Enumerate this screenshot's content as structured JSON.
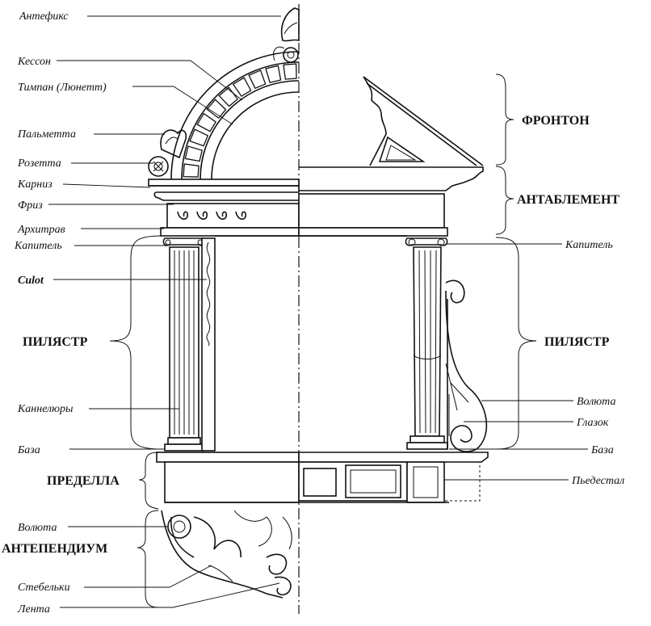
{
  "labels_left": {
    "antefix": "Антефикс",
    "coffer": "Кессон",
    "tympanum": "Тимпан (Люнетт)",
    "palmette": "Пальметта",
    "rosette": "Розетта",
    "cornice": "Карниз",
    "frieze": "Фриз",
    "architrave": "Архитрав",
    "capital": "Капитель",
    "culot": "Culot",
    "flutes": "Каннелюры",
    "base": "База",
    "volute": "Волюта",
    "stems": "Стебельки",
    "ribbon": "Лента"
  },
  "labels_right": {
    "capital": "Капитель",
    "volute": "Волюта",
    "eye": "Глазок",
    "base": "База",
    "pedestal": "Пьедестал"
  },
  "sections": {
    "pediment": "ФРОНТОН",
    "entablature": "АНТАБЛЕМЕНТ",
    "pilaster_left": "ПИЛЯСТР",
    "pilaster_right": "ПИЛЯСТР",
    "predella": "ПРЕДЕЛЛА",
    "antependium": "АНТЕПЕНДИУМ"
  },
  "colors": {
    "ink": "#111111",
    "paper": "#ffffff"
  }
}
